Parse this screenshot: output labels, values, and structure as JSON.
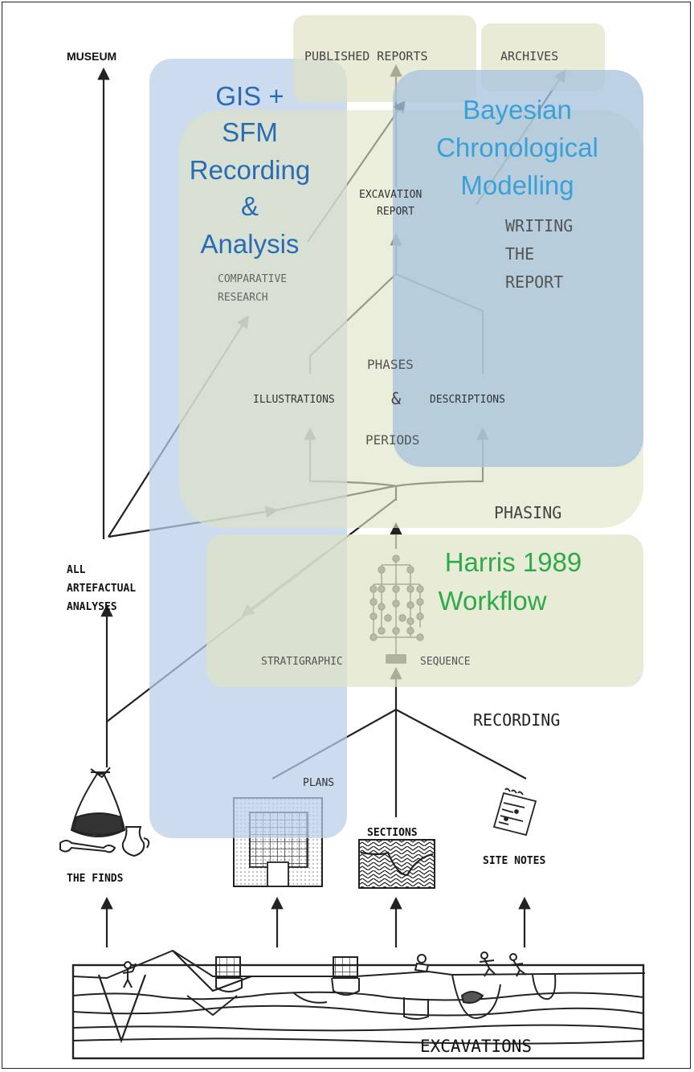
{
  "labels": {
    "museum": "MUSEUM",
    "published_reports": "PUBLISHED REPORTS",
    "archives": "ARCHIVES",
    "excavation_report_1": "EXCAVATION",
    "excavation_report_2": "REPORT",
    "writing_1": "WRITING",
    "writing_2": "THE",
    "writing_3": "REPORT",
    "comparative_1": "COMPARATIVE",
    "comparative_2": "RESEARCH",
    "phases": "PHASES",
    "illustrations": "ILLUSTRATIONS",
    "ampersand": "&",
    "descriptions": "DESCRIPTIONS",
    "periods": "PERIODS",
    "phasing": "PHASING",
    "all_1": "ALL",
    "all_2": "ARTEFACTUAL",
    "all_3": "ANALYSES",
    "stratigraphic": "STRATIGRAPHIC",
    "sequence": "SEQUENCE",
    "recording": "RECORDING",
    "plans": "PLANS",
    "sections": "SECTIONS",
    "site_notes": "SITE NOTES",
    "the_finds": "THE FINDS",
    "excavations": "EXCAVATIONS"
  },
  "overlays": {
    "gis_1": "GIS +",
    "gis_2": "SFM",
    "gis_3": "Recording",
    "gis_4": "&",
    "gis_5": "Analysis",
    "bayes_1": "Bayesian",
    "bayes_2": "Chronological",
    "bayes_3": "Modelling",
    "harris_1": "Harris 1989",
    "harris_2": "Workflow"
  },
  "colors": {
    "gis_text": "#2a6cb3",
    "bayes_text": "#3aa0d8",
    "harris_text": "#2eaa4a",
    "blue_box": "#b9cde6",
    "olive_box": "#dfe3c5",
    "bayes_box": "#a9c4dc"
  }
}
